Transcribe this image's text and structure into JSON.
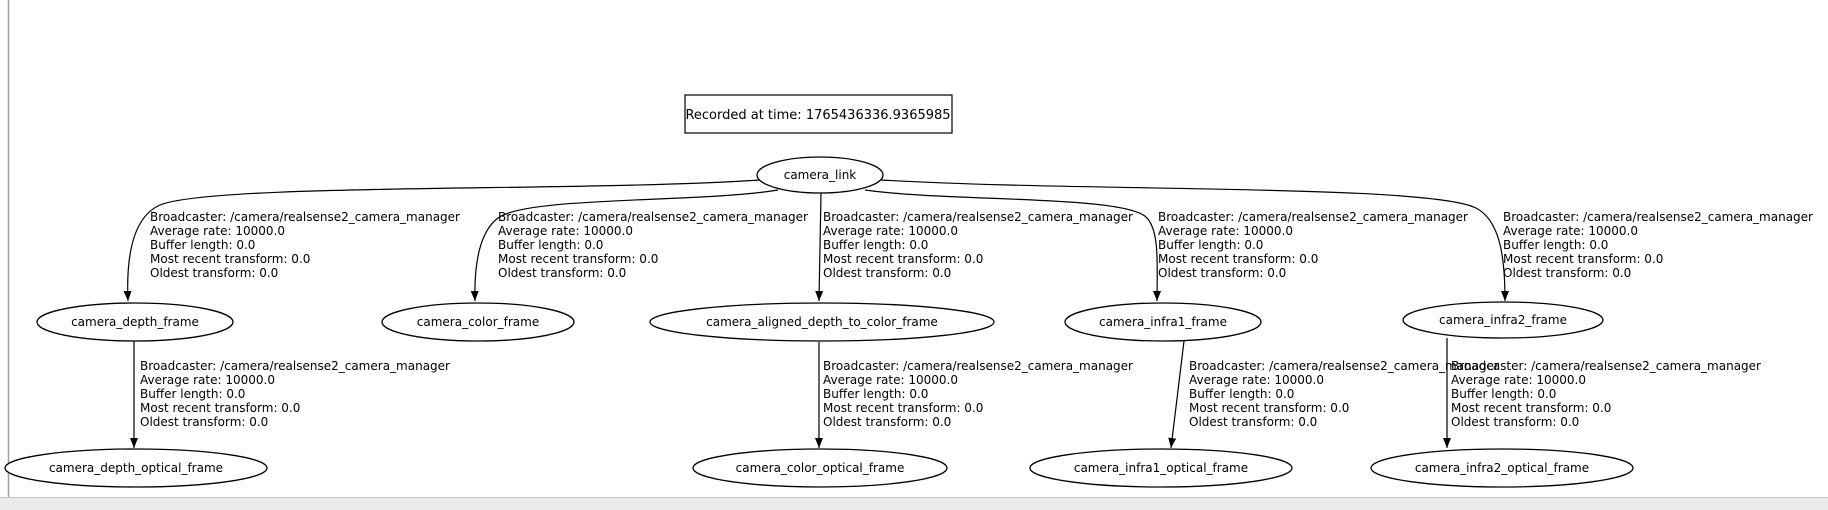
{
  "frame_tree": {
    "recorded_at": "Recorded at time: 1765436336.9365985",
    "nodes": {
      "root": "camera_link",
      "depth": "camera_depth_frame",
      "color": "camera_color_frame",
      "aligned": "camera_aligned_depth_to_color_frame",
      "infra1": "camera_infra1_frame",
      "infra2": "camera_infra2_frame",
      "depth_optical": "camera_depth_optical_frame",
      "color_optical": "camera_color_optical_frame",
      "infra1_optical": "camera_infra1_optical_frame",
      "infra2_optical": "camera_infra2_optical_frame"
    },
    "edge_label": {
      "broadcaster": "Broadcaster: /camera/realsense2_camera_manager",
      "average_rate": "Average rate: 10000.0",
      "buffer_length": "Buffer length: 0.0",
      "most_recent_transform": "Most recent transform: 0.0",
      "oldest_transform": "Oldest transform: 0.0"
    },
    "edges": [
      {
        "parent": "camera_link",
        "child": "camera_depth_frame"
      },
      {
        "parent": "camera_link",
        "child": "camera_color_frame"
      },
      {
        "parent": "camera_link",
        "child": "camera_aligned_depth_to_color_frame"
      },
      {
        "parent": "camera_link",
        "child": "camera_infra1_frame"
      },
      {
        "parent": "camera_link",
        "child": "camera_infra2_frame"
      },
      {
        "parent": "camera_depth_frame",
        "child": "camera_depth_optical_frame"
      },
      {
        "parent": "camera_aligned_depth_to_color_frame",
        "child": "camera_color_optical_frame"
      },
      {
        "parent": "camera_infra1_frame",
        "child": "camera_infra1_optical_frame"
      },
      {
        "parent": "camera_infra2_frame",
        "child": "camera_infra2_optical_frame"
      }
    ]
  }
}
